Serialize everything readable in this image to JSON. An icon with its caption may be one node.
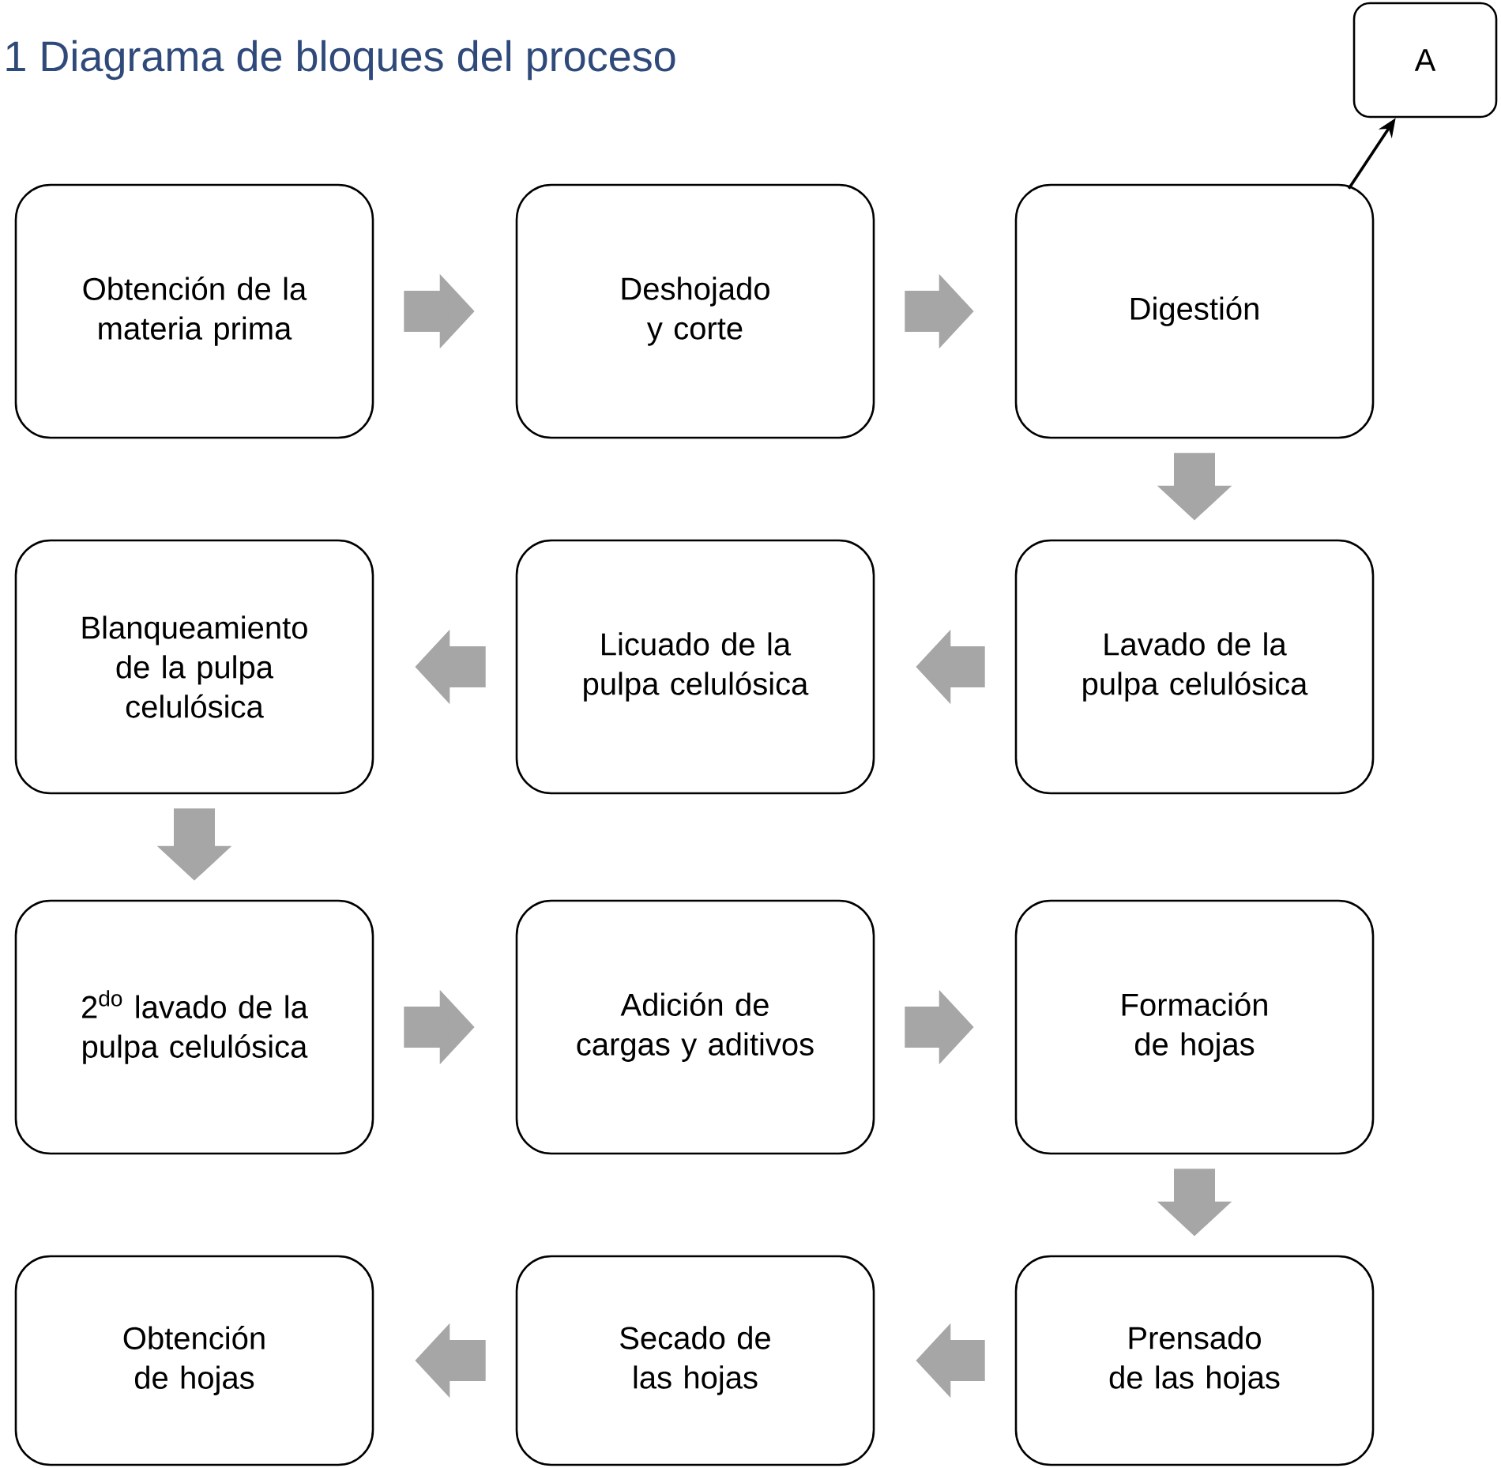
{
  "diagram": {
    "title": "1 Diagrama de bloques del proceso",
    "nodes": [
      {
        "text": [
          "A"
        ]
      },
      {
        "text": [
          "Obtención de la materia prima"
        ]
      },
      {
        "text": [
          "Deshojado y corte"
        ]
      },
      {
        "text": [
          "Digestión"
        ]
      },
      {
        "text": [
          "Blanqueamiento de la pulpa celulósica"
        ]
      },
      {
        "text": [
          "Licuado de la pulpa celulósica"
        ]
      },
      {
        "text": [
          "Lavado de la pulpa celulósica"
        ]
      },
      {
        "text": [
          "2$^{do}$ lavado de la pulpa celulósica"
        ]
      },
      {
        "text": [
          "Adición de cargas y aditivos"
        ]
      },
      {
        "text": [
          "Formación de hojas"
        ]
      },
      {
        "text": [
          "Obtención de hojas"
        ]
      },
      {
        "text": [
          "Secado de las hojas"
        ]
      },
      {
        "text": [
          "Prensado de las hojas"
        ]
      }
    ],
    "edges": [
      {
        "from": 1,
        "to": 2,
        "arrow": "to"
      },
      {
        "from": 2,
        "to": 3,
        "arrow": "to"
      },
      {
        "from": 3,
        "to": 0,
        "arrow": "to",
        "color": "#000000"
      },
      {
        "from": 3,
        "to": 6,
        "arrow": "to"
      },
      {
        "from": 6,
        "to": 5,
        "arrow": "to"
      },
      {
        "from": 5,
        "to": 4,
        "arrow": "to"
      },
      {
        "from": 4,
        "to": 7,
        "arrow": "to"
      },
      {
        "from": 7,
        "to": 8,
        "arrow": "to"
      },
      {
        "from": 8,
        "to": 9,
        "arrow": "to"
      },
      {
        "from": 9,
        "to": 12,
        "arrow": "to"
      },
      {
        "from": 12,
        "to": 11,
        "arrow": "to"
      },
      {
        "from": 11,
        "to": 10,
        "arrow": "to"
      }
    ]
  }
}
